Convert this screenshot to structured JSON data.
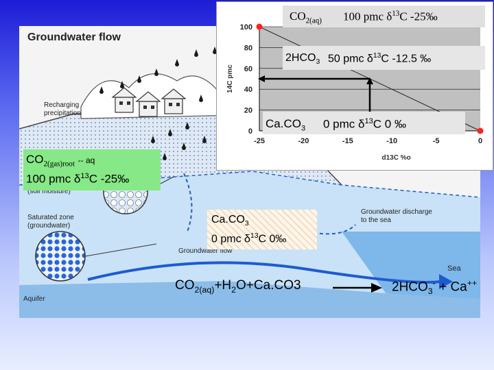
{
  "slide": {
    "background_top": "#1c1cd6",
    "background_bottom": "#e8eeff"
  },
  "diagram": {
    "title": "Groundwater flow",
    "recharge_line1": "Recharging",
    "recharge_line2": "precipitation",
    "unsat_label": "(soil moisture)",
    "sat_line1": "Saturated zone",
    "sat_line2": "(groundwater)",
    "gw_flow": "Groundwater flow",
    "discharge_line1": "Groundwater discharge",
    "discharge_line2": "to the sea",
    "sea": "Sea",
    "aquifer": "Aquifer"
  },
  "chart_data": {
    "type": "line",
    "xlabel": "d13C %o",
    "ylabel": "14C pmc",
    "xlim": [
      -25,
      0
    ],
    "ylim": [
      0,
      100
    ],
    "xticks": [
      -25,
      -20,
      -15,
      -10,
      -5,
      0
    ],
    "yticks": [
      0,
      20,
      40,
      60,
      80,
      100
    ],
    "xtick_labels": [
      "-25",
      "-20",
      "-15",
      "-10",
      "-5",
      "0"
    ],
    "ytick_labels": [
      "0",
      "20",
      "40",
      "60",
      "80",
      "100"
    ],
    "grid": true,
    "background": "#c0c0c0",
    "points": [
      {
        "x": -25,
        "y": 100
      },
      {
        "x": 0,
        "y": 0
      }
    ],
    "marker_color": "#ff2020",
    "mixing_point": {
      "x": -12.5,
      "y": 50
    }
  },
  "labels": {
    "co2aq_species": "CO",
    "co2aq_sub": "2(aq)",
    "co2aq_value": "100 pmc δ",
    "co2aq_sup": "13",
    "co2aq_tail": "C -25‰",
    "hco3_species": "2HCO",
    "hco3_sub": "3",
    "hco3_value": "50 pmc δ",
    "hco3_sup": "13",
    "hco3_tail": "C -12.5 ‰",
    "caco3c_species": "Ca.CO",
    "caco3c_sub": "3",
    "caco3c_value": "0 pmc δ",
    "caco3c_sup": "13",
    "caco3c_tail": "C 0 ‰",
    "root_species": "CO",
    "root_sub": "2(gas)root",
    "root_arrow": "-- aq",
    "root_value": "100 pmc δ",
    "root_sup": "13",
    "root_tail": "C -25‰",
    "mid_species": "Ca.CO",
    "mid_sub": "3",
    "mid_value": "0 pmc δ",
    "mid_sup": "13",
    "mid_tail": "C 0‰",
    "rx_co2": "CO",
    "rx_co2_sub": "2(aq)",
    "rx_h2o": "+H",
    "rx_h2o_sub": "2",
    "rx_caco3": "O+Ca.CO3",
    "rx_hco3": "2HCO",
    "rx_hco3_sub": "3",
    "rx_hco3_sup": "-",
    "rx_ca": "+ Ca",
    "rx_ca_sup": "++"
  }
}
